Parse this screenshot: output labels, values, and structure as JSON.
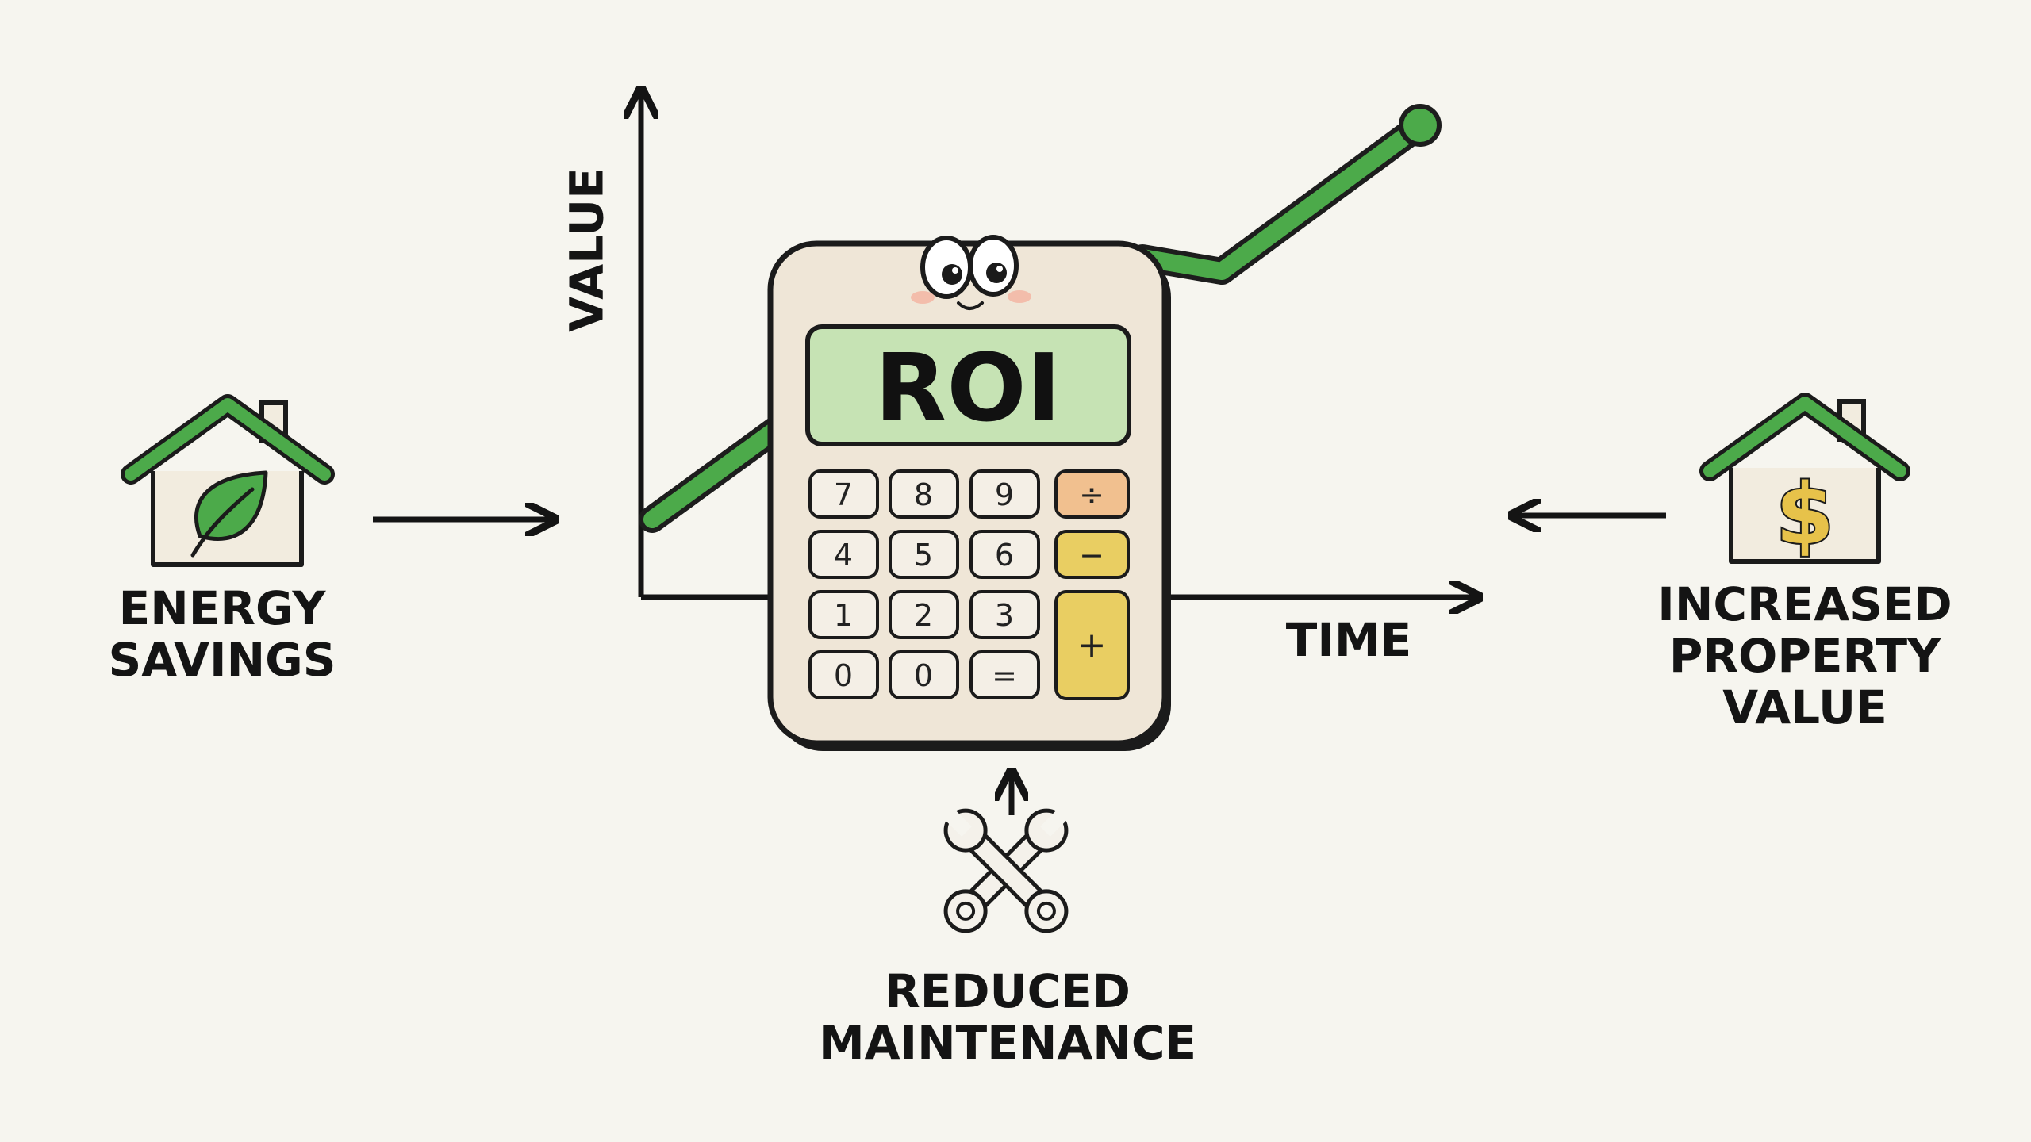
{
  "diagram": {
    "axis": {
      "y_label": "VALUE",
      "x_label": "TIME"
    },
    "calculator": {
      "display_text": "ROI",
      "keys": [
        "7",
        "8",
        "9",
        "÷",
        "4",
        "5",
        "6",
        "−",
        "1",
        "2",
        "3",
        "+",
        "0",
        "0",
        "="
      ]
    },
    "factors": {
      "energy": {
        "line1": "ENERGY",
        "line2": "SAVINGS",
        "icon": "house-leaf-icon"
      },
      "property": {
        "line1": "INCREASED",
        "line2": "PROPERTY",
        "line3": "VALUE",
        "icon": "house-dollar-icon"
      },
      "maintenance": {
        "line1": "REDUCED",
        "line2": "MAINTENANCE",
        "icon": "wrench-cross-icon"
      }
    },
    "colors": {
      "background": "#f6f5ef",
      "green": "#4caa4a",
      "screen_green": "#c6e3b4",
      "orange_key": "#f1c08f",
      "yellow_key": "#e9ce62",
      "calc_body": "#efe6d7",
      "dollar_gold": "#e7c24a"
    }
  }
}
